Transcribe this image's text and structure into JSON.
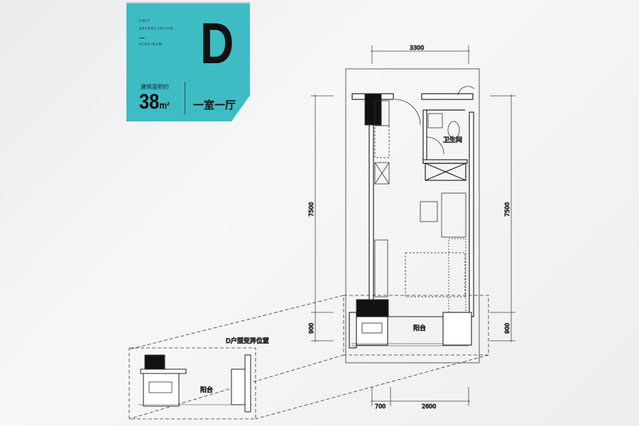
{
  "card": {
    "line1": "UNIT",
    "line2": "APPRECIATION",
    "line3": "PLATINUM",
    "letter": "D",
    "area_label": "建筑面积约",
    "area_value": "38",
    "area_unit": "m²",
    "layout": "一室一厅",
    "color": "#3ebcc4"
  },
  "plan": {
    "dim_top": "3300",
    "dim_left_main": "7500",
    "dim_left_balcony": "900",
    "dim_right_main": "7500",
    "dim_right_balcony": "900",
    "dim_bottom_left": "700",
    "dim_bottom_right": "2600",
    "bathroom": "卫生间",
    "balcony": "阳台"
  },
  "inset": {
    "title": "D户型变异位置",
    "balcony": "阳台"
  }
}
